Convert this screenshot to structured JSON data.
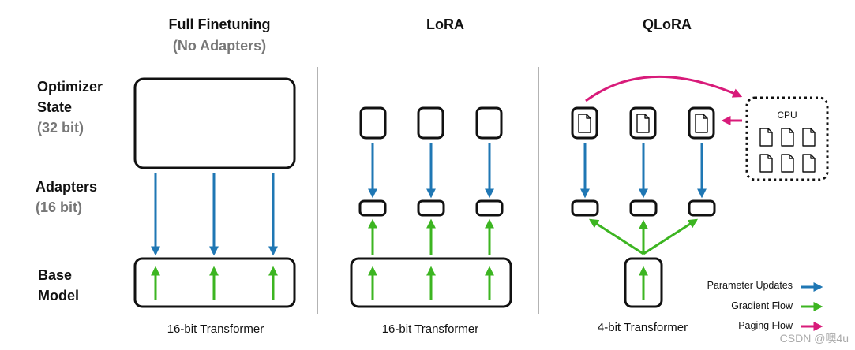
{
  "columns": {
    "full": {
      "title": "Full Finetuning",
      "subtitle": "(No Adapters)",
      "caption": "16-bit Transformer"
    },
    "lora": {
      "title": "LoRA",
      "caption": "16-bit Transformer"
    },
    "qlora": {
      "title": "QLoRA",
      "caption": "4-bit Transformer",
      "cpu_label": "CPU"
    }
  },
  "rows": {
    "optimizer": {
      "line1": "Optimizer",
      "line2": "State",
      "bits": "(32 bit)"
    },
    "adapters": {
      "line1": "Adapters",
      "bits": "(16 bit)"
    },
    "base": {
      "line1": "Base",
      "line2": "Model"
    }
  },
  "legend": {
    "items": [
      {
        "label": "Parameter Updates",
        "color": "#1f77b4"
      },
      {
        "label": "Gradient Flow",
        "color": "#3cb521"
      },
      {
        "label": "Paging Flow",
        "color": "#d81b7a"
      }
    ]
  },
  "colors": {
    "blue": "#1f77b4",
    "green": "#3cb521",
    "pink": "#d81b7a"
  },
  "watermark": "CSDN @噢4u"
}
